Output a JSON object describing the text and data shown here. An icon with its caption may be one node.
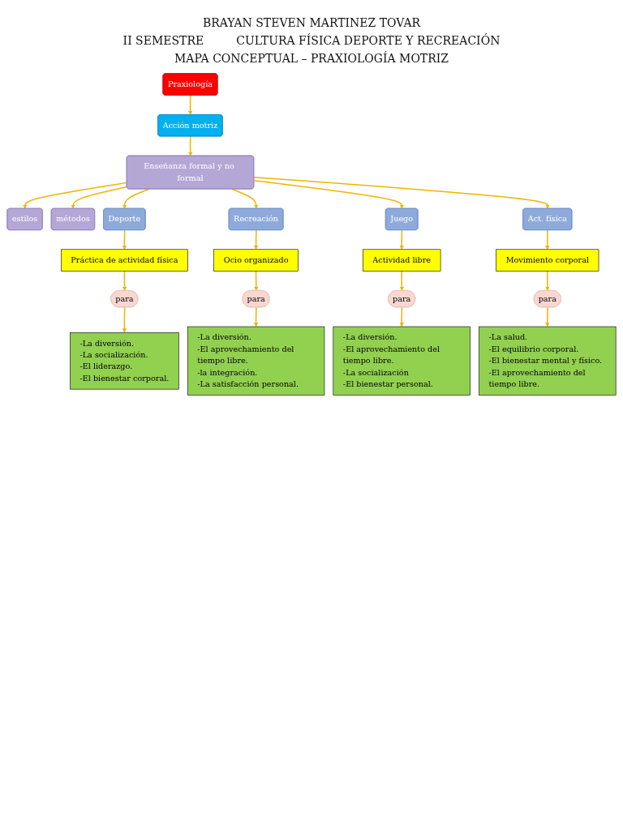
{
  "diagram": {
    "title": "MAPA CONCEPTUAL – PRAXIOLOGÍA MOTRIZ",
    "labels": [
      "BRAYAN STEVEN MARTINEZ TOVAR",
      "II SEMESTRE",
      "CULTURA FÍSICA DEPORTE Y RECREACIÓN"
    ],
    "nodes": [
      {
        "text": [
          "Praxiología"
        ]
      },
      {
        "text": [
          "Acción motriz"
        ]
      },
      {
        "text": [
          "estilos"
        ]
      },
      {
        "text": [
          "Enseñanza formal y no formal"
        ]
      },
      {
        "text": [
          "métodos"
        ]
      },
      {
        "text": [
          "Deporte"
        ]
      },
      {
        "text": [
          "Recreación"
        ]
      },
      {
        "text": [
          "Juego"
        ]
      },
      {
        "text": [
          "Act. física"
        ]
      },
      {
        "text": [
          "Práctica de actividad física"
        ]
      },
      {
        "text": [
          "Ocio organizado"
        ]
      },
      {
        "text": [
          "Actividad libre"
        ]
      },
      {
        "text": [
          "Movimiento corporal"
        ]
      },
      {
        "text": [
          "para"
        ]
      },
      {
        "text": [
          "para"
        ]
      },
      {
        "text": [
          "para"
        ]
      },
      {
        "text": [
          "para"
        ]
      },
      {
        "text": [
          "-La diversión.",
          "-La socialización.",
          "-El liderazgo.",
          "-El bienestar corporal."
        ]
      },
      {
        "text": [
          "-La diversión.",
          "-El aprovechamiento del tiempo libre.",
          "-la integración.",
          "-La satisfacción personal."
        ]
      },
      {
        "text": [
          "-La diversión.",
          "-El aprovechamiento del tiempo libre.",
          "-La socialización",
          "-El bienestar personal."
        ]
      },
      {
        "text": [
          "-La salud.",
          "-El equilibrio corporal.",
          "-El bienestar mental y físico.",
          "-El aprovechamiento del tiempo libre."
        ]
      }
    ],
    "edges": [
      {
        "from": 0,
        "to": 1,
        "arrow": "to"
      },
      {
        "from": 1,
        "to": 3,
        "arrow": "to"
      },
      {
        "from": 3,
        "to": 2,
        "arrow": "to"
      },
      {
        "from": 3,
        "to": 4,
        "arrow": "to"
      },
      {
        "from": 3,
        "to": 5,
        "arrow": "to"
      },
      {
        "from": 3,
        "to": 6,
        "arrow": "to"
      },
      {
        "from": 3,
        "to": 7,
        "arrow": "to"
      },
      {
        "from": 3,
        "to": 8,
        "arrow": "to"
      },
      {
        "from": 5,
        "to": 9,
        "arrow": "to"
      },
      {
        "from": 6,
        "to": 10,
        "arrow": "to"
      },
      {
        "from": 7,
        "to": 11,
        "arrow": "to"
      },
      {
        "from": 8,
        "to": 12,
        "arrow": "to"
      },
      {
        "from": 9,
        "to": 13,
        "arrow": "to"
      },
      {
        "from": 10,
        "to": 14,
        "arrow": "to"
      },
      {
        "from": 11,
        "to": 15,
        "arrow": "to"
      },
      {
        "from": 12,
        "to": 16,
        "arrow": "to"
      },
      {
        "from": 13,
        "to": 17,
        "arrow": "to"
      },
      {
        "from": 14,
        "to": 18,
        "arrow": "to"
      },
      {
        "from": 15,
        "to": 19,
        "arrow": "to"
      },
      {
        "from": 16,
        "to": 20,
        "arrow": "to"
      }
    ]
  }
}
